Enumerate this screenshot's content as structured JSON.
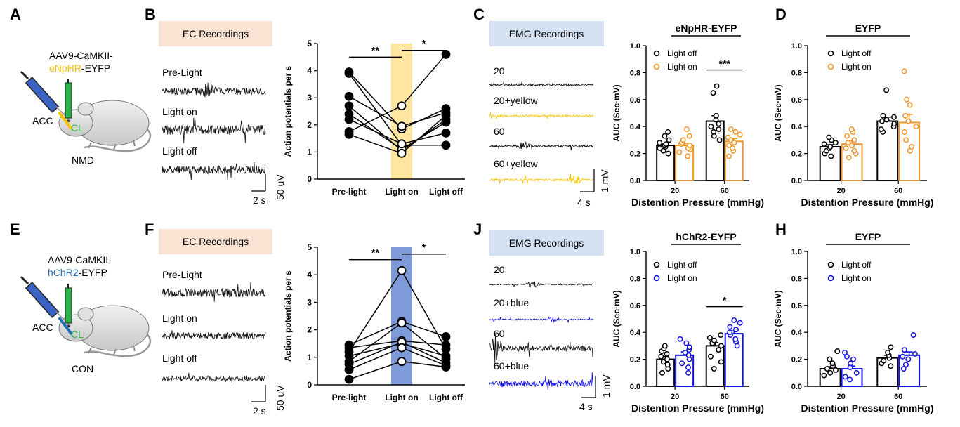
{
  "colors": {
    "yellow": "#F5C300",
    "orange": "#F0962A",
    "blue": "#1212E0",
    "blue_light": "#7F9AD8",
    "green": "#2DB34A",
    "teal": "#1F6FB5",
    "ec_box": "#FBE3D3",
    "emg_box": "#D4E1F3",
    "light_band": "#FFE6A0"
  },
  "top": {
    "panel_A": {
      "letter": "A",
      "virus_line1": "AAV9-CaMKII-",
      "virus_opsin": "eNpHR",
      "virus_suffix": "-EYFP",
      "acc": "ACC",
      "cl": "CL",
      "group": "NMD"
    },
    "panel_B": {
      "letter": "B",
      "box_title": "EC Recordings",
      "traces": [
        "Pre-Light",
        "Light on",
        "Light off"
      ],
      "time_scale": "2 s",
      "amp_scale": "50 uV"
    },
    "panel_C": {
      "letter": "C",
      "box_title": "EMG Recordings",
      "traces": [
        "20",
        "20+yellow",
        "60",
        "60+yellow"
      ],
      "time_scale": "4 s",
      "amp_scale": "1 mV"
    },
    "panel_D": {
      "letter": "D"
    }
  },
  "bottom": {
    "panel_E": {
      "letter": "E",
      "virus_line1": "AAV9-CaMKII-",
      "virus_opsin": "hChR2",
      "virus_suffix": "-EYFP",
      "acc": "ACC",
      "cl": "CL",
      "group": "CON"
    },
    "panel_F": {
      "letter": "F",
      "box_title": "EC Recordings",
      "traces": [
        "Pre-Light",
        "Light on",
        "Light off"
      ],
      "time_scale": "2 s",
      "amp_scale": "50 uV"
    },
    "panel_J": {
      "letter": "J",
      "box_title": "EMG Recordings",
      "traces": [
        "20",
        "20+blue",
        "60",
        "60+blue"
      ],
      "time_scale": "4 s",
      "amp_scale": "1 mV"
    },
    "panel_H": {
      "letter": "H"
    }
  },
  "chart_data": [
    {
      "id": "top-paired",
      "type": "line",
      "ylabel": "Action potentials per s",
      "categories": [
        "Pre-light",
        "Light on",
        "Light off"
      ],
      "ylim": [
        0,
        5
      ],
      "yticks": [
        "0",
        "1",
        "2",
        "3",
        "4",
        "5"
      ],
      "pairs": [
        [
          3.95,
          1.85,
          2.6
        ],
        [
          3.9,
          1.25,
          1.25
        ],
        [
          3.05,
          1.95,
          2.45
        ],
        [
          2.7,
          1.05,
          2.2
        ],
        [
          2.4,
          1.1,
          2.1
        ],
        [
          2.2,
          1.3,
          1.7
        ],
        [
          1.75,
          2.7,
          4.6
        ],
        [
          1.65,
          0.95,
          2.35
        ]
      ],
      "markers": [
        "filled",
        "hollow",
        "filled"
      ],
      "sig": [
        {
          "label": "**",
          "from": 0,
          "to": 1,
          "y": 4.5
        },
        {
          "label": "*",
          "from": 1,
          "to": 2,
          "y": 4.75
        }
      ]
    },
    {
      "id": "top-auc-nphr",
      "type": "bar",
      "title": "eNpHR-EYFP",
      "xlabel": "Distention Pressure (mmHg)",
      "ylabel": "AUC (Sec·mV)",
      "categories": [
        "20",
        "60"
      ],
      "ylim": [
        0,
        1.0
      ],
      "yticks": [
        "0.0",
        "0.2",
        "0.4",
        "0.6",
        "0.8",
        "1.0"
      ],
      "series": [
        {
          "name": "Light off",
          "values": [
            0.26,
            0.44
          ],
          "errors": [
            0.012,
            0.04
          ],
          "points": [
            [
              0.2,
              0.22,
              0.24,
              0.25,
              0.26,
              0.27,
              0.28,
              0.3,
              0.33,
              0.36
            ],
            [
              0.3,
              0.33,
              0.36,
              0.38,
              0.4,
              0.42,
              0.45,
              0.48,
              0.65,
              0.7
            ]
          ]
        },
        {
          "name": "Light on",
          "values": [
            0.26,
            0.29
          ],
          "errors": [
            0.015,
            0.022
          ],
          "points": [
            [
              0.18,
              0.21,
              0.23,
              0.24,
              0.26,
              0.27,
              0.28,
              0.3,
              0.33,
              0.38
            ],
            [
              0.18,
              0.22,
              0.24,
              0.26,
              0.28,
              0.3,
              0.32,
              0.34,
              0.36,
              0.38
            ]
          ]
        }
      ],
      "sig": [
        {
          "label": "***",
          "group": 1,
          "y": 0.82
        }
      ]
    },
    {
      "id": "top-auc-eyfp",
      "type": "bar",
      "title": "EYFP",
      "xlabel": "Distention Pressure (mmHg)",
      "ylabel": "AUC (Sec·mV)",
      "categories": [
        "20",
        "60"
      ],
      "ylim": [
        0,
        1.0
      ],
      "yticks": [
        "0.0",
        "0.2",
        "0.4",
        "0.6",
        "0.8",
        "1.0"
      ],
      "series": [
        {
          "name": "Light off",
          "values": [
            0.25,
            0.44
          ],
          "errors": [
            0.015,
            0.03
          ],
          "points": [
            [
              0.18,
              0.2,
              0.22,
              0.24,
              0.25,
              0.27,
              0.28,
              0.3,
              0.32
            ],
            [
              0.36,
              0.38,
              0.4,
              0.42,
              0.44,
              0.45,
              0.47,
              0.48,
              0.67
            ]
          ]
        },
        {
          "name": "Light on",
          "values": [
            0.27,
            0.43
          ],
          "errors": [
            0.025,
            0.06
          ],
          "points": [
            [
              0.17,
              0.2,
              0.22,
              0.24,
              0.26,
              0.28,
              0.3,
              0.33,
              0.36,
              0.38
            ],
            [
              0.22,
              0.25,
              0.3,
              0.36,
              0.4,
              0.44,
              0.48,
              0.56,
              0.6,
              0.81
            ]
          ]
        }
      ]
    },
    {
      "id": "bottom-paired",
      "type": "line",
      "ylabel": "Action potentials per s",
      "categories": [
        "Pre-light",
        "Light on",
        "Light off"
      ],
      "ylim": [
        0,
        5
      ],
      "yticks": [
        "0",
        "1",
        "2",
        "3",
        "4",
        "5"
      ],
      "pairs": [
        [
          1.45,
          2.3,
          1.75
        ],
        [
          1.35,
          1.6,
          1.45
        ],
        [
          1.2,
          4.15,
          1.3
        ],
        [
          1.05,
          1.5,
          1.05
        ],
        [
          0.85,
          2.25,
          0.95
        ],
        [
          0.75,
          1.55,
          0.8
        ],
        [
          0.55,
          1.35,
          0.7
        ],
        [
          0.2,
          0.85,
          0.65
        ]
      ],
      "markers": [
        "filled",
        "hollow",
        "filled"
      ],
      "sig": [
        {
          "label": "**",
          "from": 0,
          "to": 1,
          "y": 4.55
        },
        {
          "label": "*",
          "from": 1,
          "to": 2,
          "y": 4.75
        }
      ]
    },
    {
      "id": "bottom-auc-chr2",
      "type": "bar",
      "title": "hChR2-EYFP",
      "xlabel": "Distention Pressure (mmHg)",
      "ylabel": "AUC (Sec·mV)",
      "categories": [
        "20",
        "60"
      ],
      "ylim": [
        0,
        1.0
      ],
      "yticks": [
        "0.0",
        "0.2",
        "0.4",
        "0.6",
        "0.8",
        "1.0"
      ],
      "series": [
        {
          "name": "Light off",
          "values": [
            0.2,
            0.3
          ],
          "errors": [
            0.02,
            0.025
          ],
          "points": [
            [
              0.1,
              0.13,
              0.16,
              0.18,
              0.2,
              0.22,
              0.24,
              0.26,
              0.28,
              0.3
            ],
            [
              0.13,
              0.18,
              0.22,
              0.27,
              0.3,
              0.32,
              0.34,
              0.36,
              0.38
            ]
          ]
        },
        {
          "name": "Light on",
          "values": [
            0.23,
            0.39
          ],
          "errors": [
            0.025,
            0.02
          ],
          "points": [
            [
              0.1,
              0.14,
              0.17,
              0.2,
              0.23,
              0.25,
              0.27,
              0.29,
              0.32,
              0.35
            ],
            [
              0.3,
              0.33,
              0.35,
              0.38,
              0.4,
              0.42,
              0.44,
              0.47,
              0.49
            ]
          ]
        }
      ],
      "sig": [
        {
          "label": "*",
          "group": 1,
          "y": 0.59
        }
      ]
    },
    {
      "id": "bottom-auc-eyfp",
      "type": "bar",
      "title": "EYFP",
      "xlabel": "Distention Pressure (mmHg)",
      "ylabel": "AUC (Sec·mV)",
      "categories": [
        "20",
        "60"
      ],
      "ylim": [
        0,
        1.0
      ],
      "yticks": [
        "0.0",
        "0.2",
        "0.4",
        "0.6",
        "0.8",
        "1.0"
      ],
      "series": [
        {
          "name": "Light off",
          "values": [
            0.13,
            0.21
          ],
          "errors": [
            0.015,
            0.02
          ],
          "points": [
            [
              0.08,
              0.1,
              0.12,
              0.13,
              0.15,
              0.17,
              0.2,
              0.26
            ],
            [
              0.15,
              0.17,
              0.19,
              0.21,
              0.23,
              0.25,
              0.29
            ]
          ]
        },
        {
          "name": "Light on",
          "values": [
            0.13,
            0.23
          ],
          "errors": [
            0.02,
            0.025
          ],
          "points": [
            [
              0.05,
              0.07,
              0.1,
              0.14,
              0.17,
              0.2,
              0.22,
              0.25
            ],
            [
              0.13,
              0.16,
              0.2,
              0.22,
              0.24,
              0.27,
              0.38
            ]
          ]
        }
      ]
    }
  ]
}
